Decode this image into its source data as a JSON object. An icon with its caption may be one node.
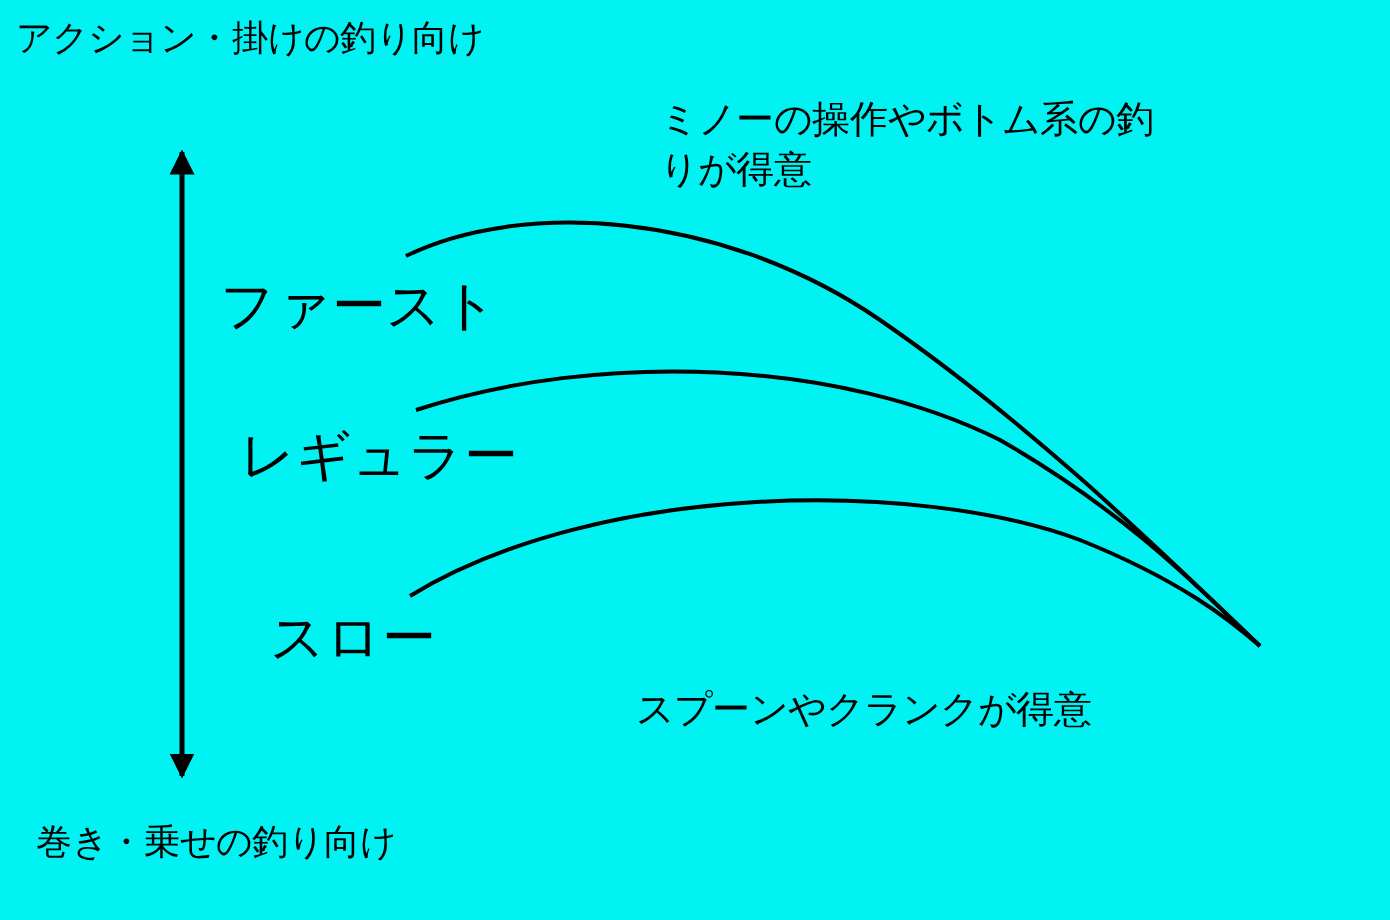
{
  "diagram": {
    "labels": [
      "アクション・掛けの釣り向け",
      "ミノーの操作やボトム系の釣りが得意",
      "ファースト",
      "レギュラー",
      "スロー",
      "スプーンやクランクが得意",
      "巻き・乗せの釣り向け"
    ]
  }
}
